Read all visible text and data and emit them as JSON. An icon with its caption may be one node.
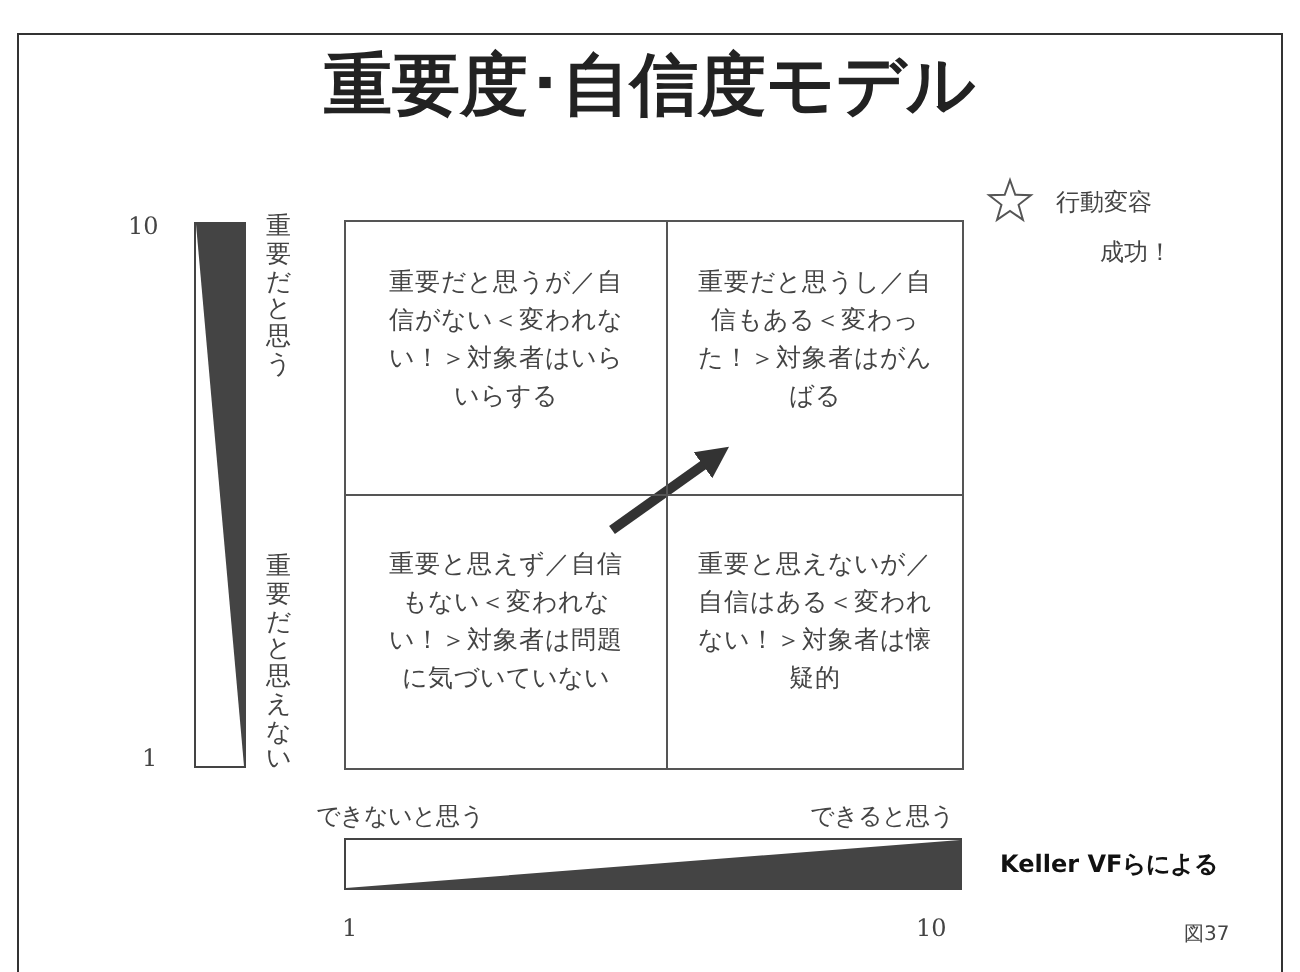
{
  "diagram": {
    "title": "重要度･自信度モデル",
    "nodes": [
      {
        "text": [
          "重要だと思うが／自信がない＜変われない！＞対象者はいらいらする"
        ]
      },
      {
        "text": [
          "重要だと思うし／自信もある＜変わった！＞対象者はがんばる"
        ]
      },
      {
        "text": [
          "重要と思えず／自信もない＜変われない！＞対象者は問題に気づいていない"
        ]
      },
      {
        "text": [
          "重要と思えないが／自信はある＜変われない！＞対象者は懐疑的"
        ]
      }
    ],
    "edges": [
      {
        "from": 2,
        "to": 1,
        "arrow": "to"
      }
    ],
    "labels": [
      "行動変容",
      "成功！",
      "10",
      "重要だと思う",
      "重要だと思えない",
      "1",
      "できないと思う",
      "できると思う",
      "1",
      "10",
      "Keller VFらによる",
      "図37"
    ]
  }
}
